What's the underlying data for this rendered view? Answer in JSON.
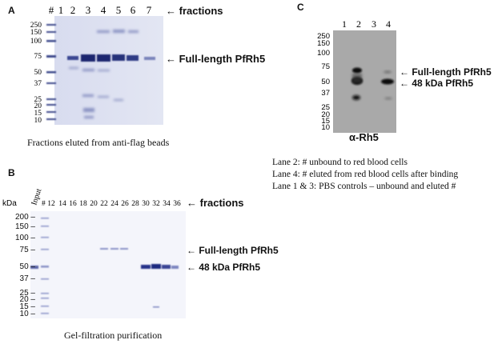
{
  "panelA": {
    "letter": "A",
    "hash_label": "#",
    "lanes": [
      "1",
      "2",
      "3",
      "4",
      "5",
      "6",
      "7"
    ],
    "fractions_label": "← fractions",
    "mw_markers": [
      "250",
      "150",
      "100",
      "75",
      "50",
      "37",
      "25",
      "20",
      "15",
      "10"
    ],
    "band_label": "← Full-length PfRh5",
    "caption": "Fractions eluted from anti-flag beads"
  },
  "panelB": {
    "letter": "B",
    "input_label": "Input",
    "kda_label": "kDa",
    "hash_label": "#",
    "lanes": [
      "12",
      "14",
      "16",
      "18",
      "20",
      "22",
      "24",
      "26",
      "28",
      "30",
      "32",
      "34",
      "36"
    ],
    "fractions_label": "← fractions",
    "mw_markers": [
      "200",
      "150",
      "100",
      "75",
      "50",
      "37",
      "25",
      "20",
      "15",
      "10"
    ],
    "band_label_full": "← Full-length PfRh5",
    "band_label_48": "← 48 kDa PfRh5",
    "caption": "Gel-filtration purification"
  },
  "panelC": {
    "letter": "C",
    "lanes": [
      "1",
      "2",
      "3",
      "4"
    ],
    "mw_markers": [
      "250",
      "150",
      "100",
      "75",
      "50",
      "37",
      "25",
      "20",
      "15",
      "10"
    ],
    "band_label_full": "← Full-length PfRh5",
    "band_label_48": "← 48 kDa PfRh5",
    "antibody_label": "α-Rh5",
    "legend": [
      "Lane 2: # unbound to red blood cells",
      "Lane 4: # eluted from red blood cells after binding",
      "Lane 1 & 3: PBS controls – unbound and eluted #"
    ]
  }
}
